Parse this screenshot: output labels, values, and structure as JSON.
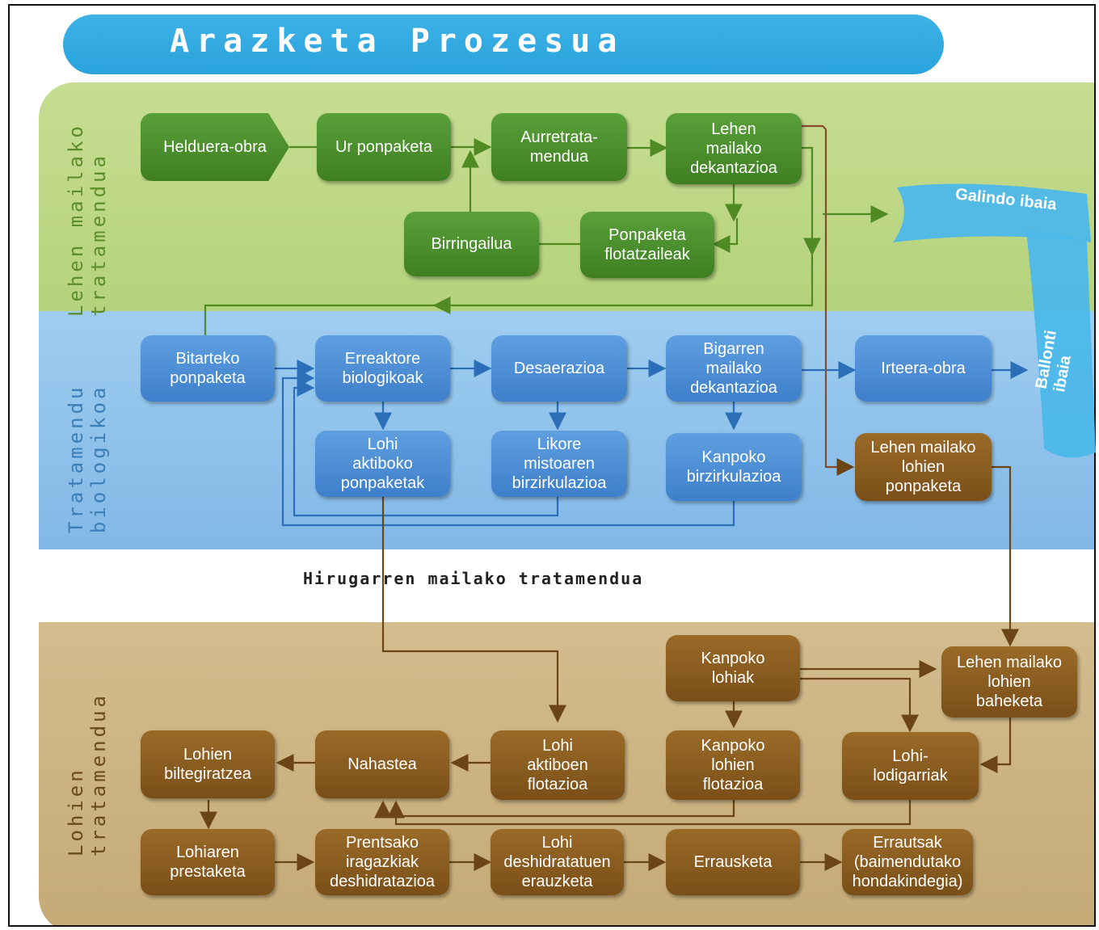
{
  "title": "Arazketa Prozesua",
  "sections": {
    "primary": "Lehen mailako\ntratamendua",
    "biological": "Tratamendu\nbiologikoa",
    "tertiary": "Hirugarren mailako tratamendua",
    "sludge": "Lohien\ntratamendua"
  },
  "rivers": {
    "galindo": "Galindo ibaia",
    "ballonti": "Ballonti ibaia"
  },
  "nodes": {
    "helduera": "Helduera-obra",
    "ur_ponpaketa": "Ur ponpaketa",
    "aurretratamendua": "Aurretrata-\nmendua",
    "lehen_dekantazioa": "Lehen\nmailako\ndekantazioa",
    "birringailua": "Birringailua",
    "ponpaketa_flotatzaileak": "Ponpaketa\nflotatzaileak",
    "bitarteko_ponpaketa": "Bitarteko\nponpaketa",
    "erreaktore": "Erreaktore\nbiologikoak",
    "desaerazioa": "Desaerazioa",
    "bigarren_dekantazioa": "Bigarren\nmailako\ndekantazioa",
    "irteera": "Irteera-obra",
    "lohi_aktiboko": "Lohi\naktiboko\nponpaketak",
    "likore": "Likore\nmistoaren\nbirzirkulazioa",
    "kanpoko_birzirkulazioa": "Kanpoko\nbirzirkulazioa",
    "lehen_lohien_ponpaketa": "Lehen mailako\nlohien\nponpaketa",
    "kanpoko_lohiak": "Kanpoko\nlohiak",
    "lehen_lohien_baheketa": "Lehen mailako\nlohien\nbaheketa",
    "lohien_biltegiratzea": "Lohien\nbiltegiratzea",
    "nahastea": "Nahastea",
    "lohi_aktiboen_flotazioa": "Lohi\naktiboen\nflotazioa",
    "kanpoko_lohien_flotazioa": "Kanpoko\nlohien\nflotazioa",
    "lohi_lodigarriak": "Lohi-\nlodigarriak",
    "lohiaren_prestaketa": "Lohiaren\nprestaketa",
    "prentsako": "Prentsako\niragazkiak\ndeshidratazioa",
    "lohi_deshidratatuen": "Lohi\ndeshidratatuen\nerauzketa",
    "errausketa": "Errausketa",
    "errautsak": "Errautsak\n(baimendutako\nhondakindegia)"
  },
  "colors": {
    "primary_band": "#b4d27b",
    "bio_band": "#82b8e6",
    "sludge_band": "#c5aa76",
    "green_box": "#4a8a2a",
    "blue_box": "#4a8ad4",
    "brown_box": "#85581c",
    "title_bar": "#2aa2dc",
    "river": "#4cb8ea"
  }
}
